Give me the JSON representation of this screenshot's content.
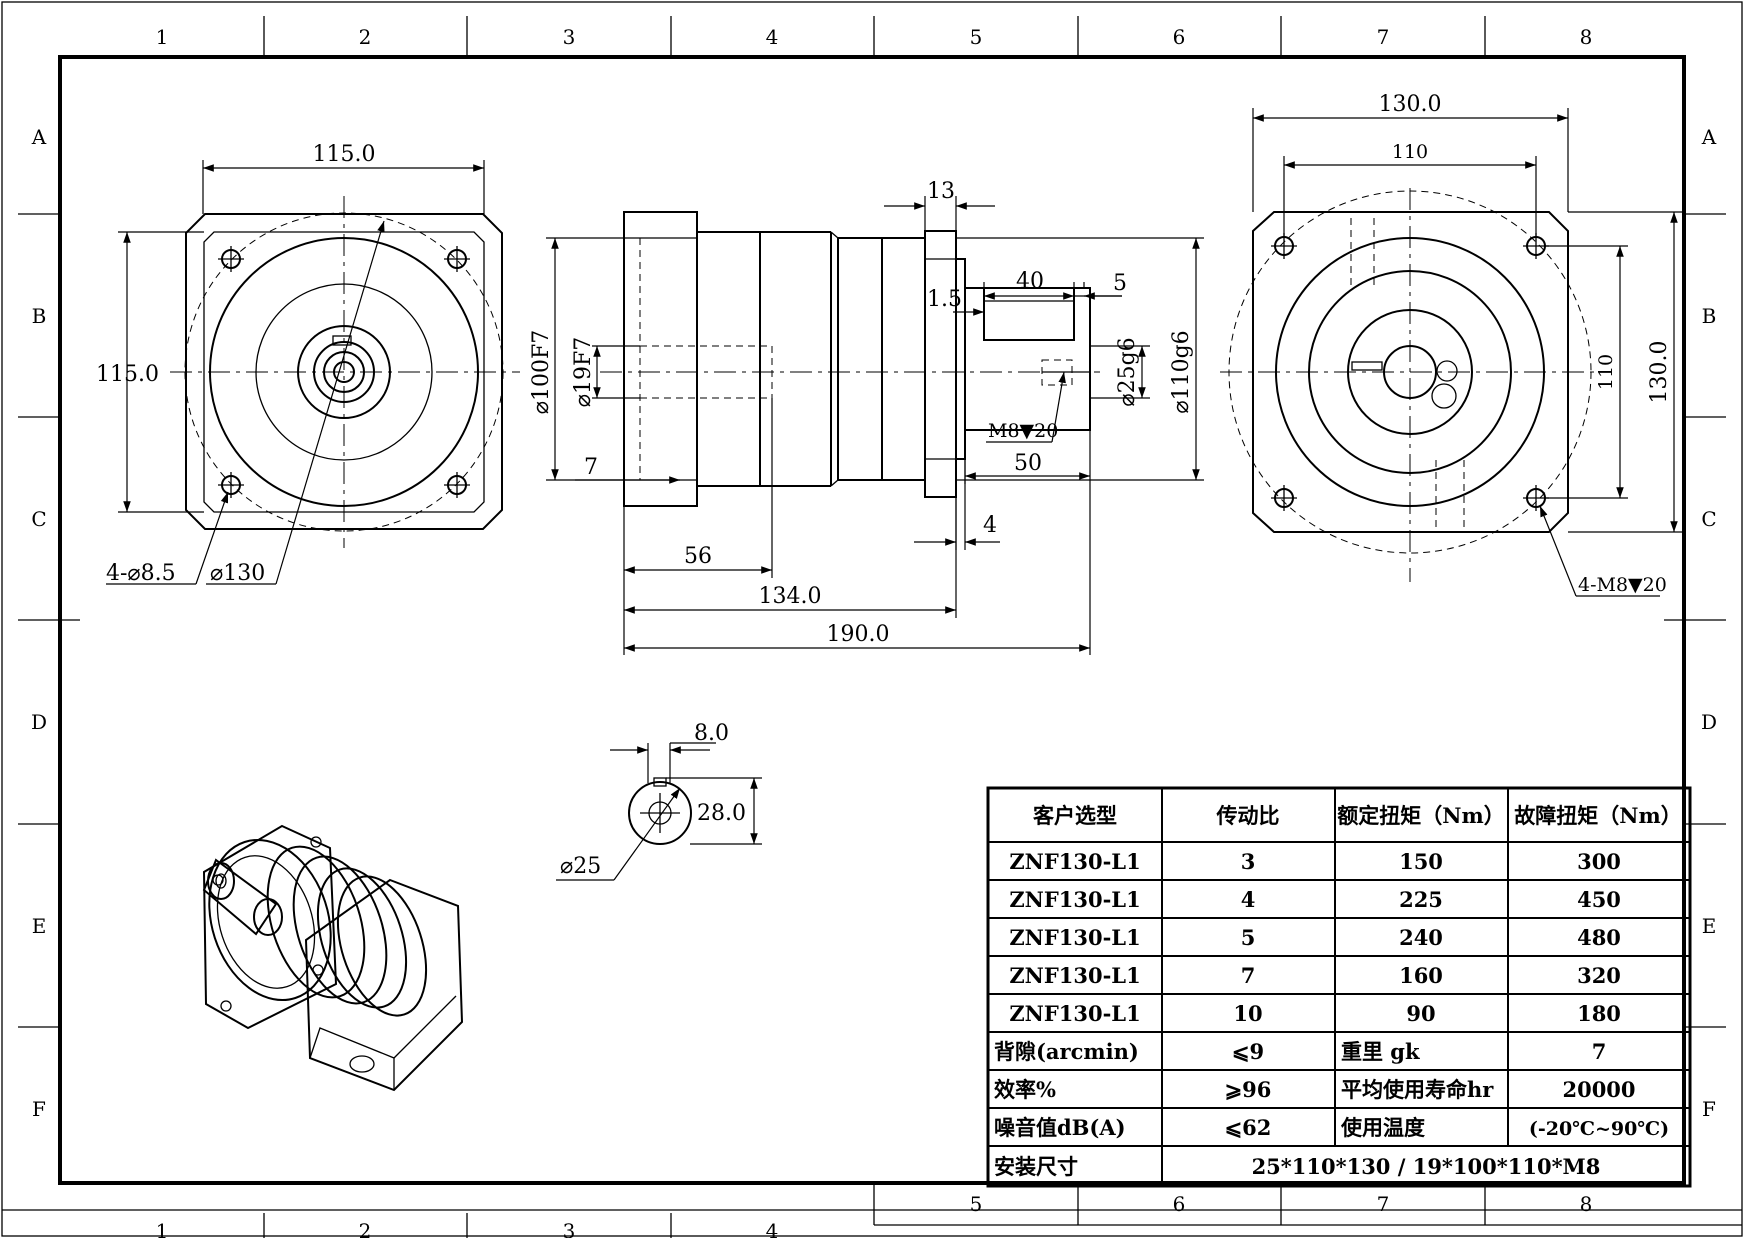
{
  "border": {
    "columns": [
      "1",
      "2",
      "3",
      "4",
      "5",
      "6",
      "7",
      "8"
    ],
    "rows": [
      "A",
      "B",
      "C",
      "D",
      "E",
      "F"
    ]
  },
  "front_view": {
    "width_dim": "115.0",
    "height_dim": "115.0",
    "holes_label": "4-⌀8.5",
    "pcd_label": "⌀130"
  },
  "side_view": {
    "flange_thickness": "13",
    "shaft_length": "40",
    "shoulder": "5",
    "key_offset": "1.5",
    "input_bore": "⌀100F7",
    "input_shaft": "⌀19F7",
    "output_shaft": "⌀25g6",
    "output_pilot": "⌀110g6",
    "thread_label": "M8▼20",
    "key_length": "50",
    "pilot_depth": "7",
    "spigot": "4",
    "motor_depth": "56",
    "body_length": "134.0",
    "total_length": "190.0"
  },
  "rear_view": {
    "outer_width": "130.0",
    "bolt_spacing_h": "110",
    "bolt_spacing_v": "110",
    "outer_height": "130.0",
    "thread_label": "4-M8▼20"
  },
  "shaft_section": {
    "key_width": "8.0",
    "key_height": "28.0",
    "diameter": "⌀25"
  },
  "spec_table": {
    "headers": [
      "客户选型",
      "传动比",
      "额定扭矩（Nm）",
      "故障扭矩（Nm）"
    ],
    "rows": [
      [
        "ZNF130-L1",
        "3",
        "150",
        "300"
      ],
      [
        "ZNF130-L1",
        "4",
        "225",
        "450"
      ],
      [
        "ZNF130-L1",
        "5",
        "240",
        "480"
      ],
      [
        "ZNF130-L1",
        "7",
        "160",
        "320"
      ],
      [
        "ZNF130-L1",
        "10",
        "90",
        "180"
      ]
    ],
    "props": [
      [
        "背隙(arcmin)",
        "⩽9",
        "重里 gk",
        "7"
      ],
      [
        "效率%",
        "⩾96",
        "平均使用寿命hr",
        "20000"
      ],
      [
        "噪音值dB(A)",
        "⩽62",
        "使用温度",
        "(-20℃~90℃)"
      ]
    ],
    "mount_label": "安装尺寸",
    "mount_value": "25*110*130 / 19*100*110*M8"
  }
}
